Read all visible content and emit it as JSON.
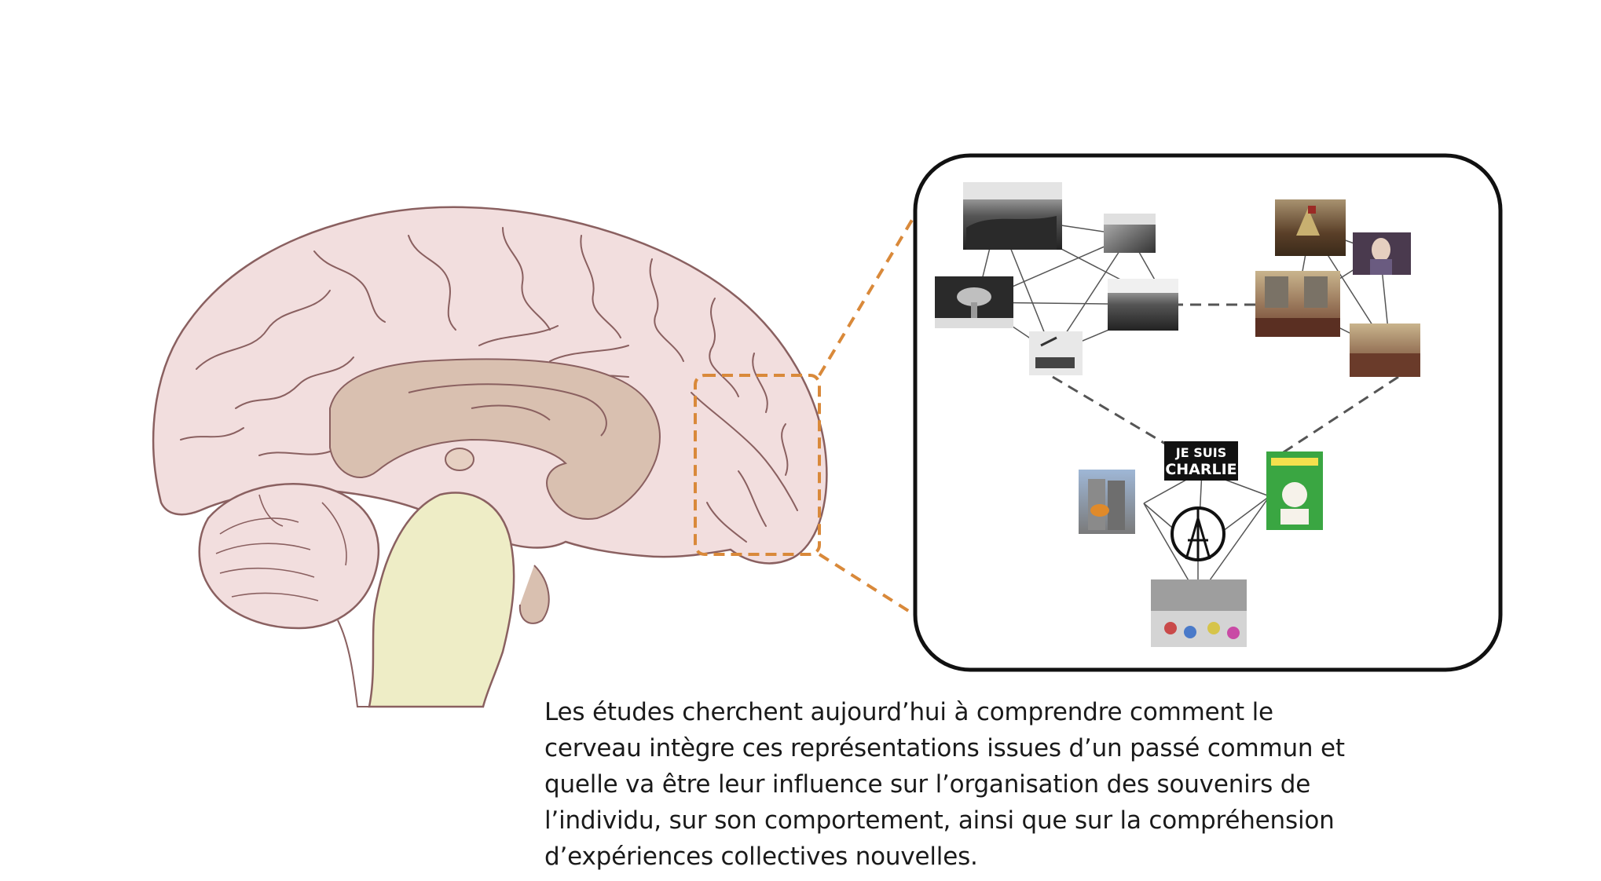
{
  "panel": {
    "je_suis": "JE SUIS",
    "charlie": "CHARLIE"
  },
  "caption": {
    "lines": [
      "Les études cherchent aujourd’hui à comprendre comment le",
      "cerveau intègre ces représentations issues d’un passé commun et",
      "quelle va être leur influence sur l’organisation des souvenirs de",
      "l’individu, sur son comportement, ainsi que sur la compréhension",
      "d’expériences collectives nouvelles."
    ]
  },
  "colors": {
    "cortex": "#f2dede",
    "brain_outline": "#8a6060",
    "corpus_callosum": "#d9c0b0",
    "brainstem": "#eeedc6",
    "highlight": "#d9893a",
    "panel_border": "#111111"
  }
}
